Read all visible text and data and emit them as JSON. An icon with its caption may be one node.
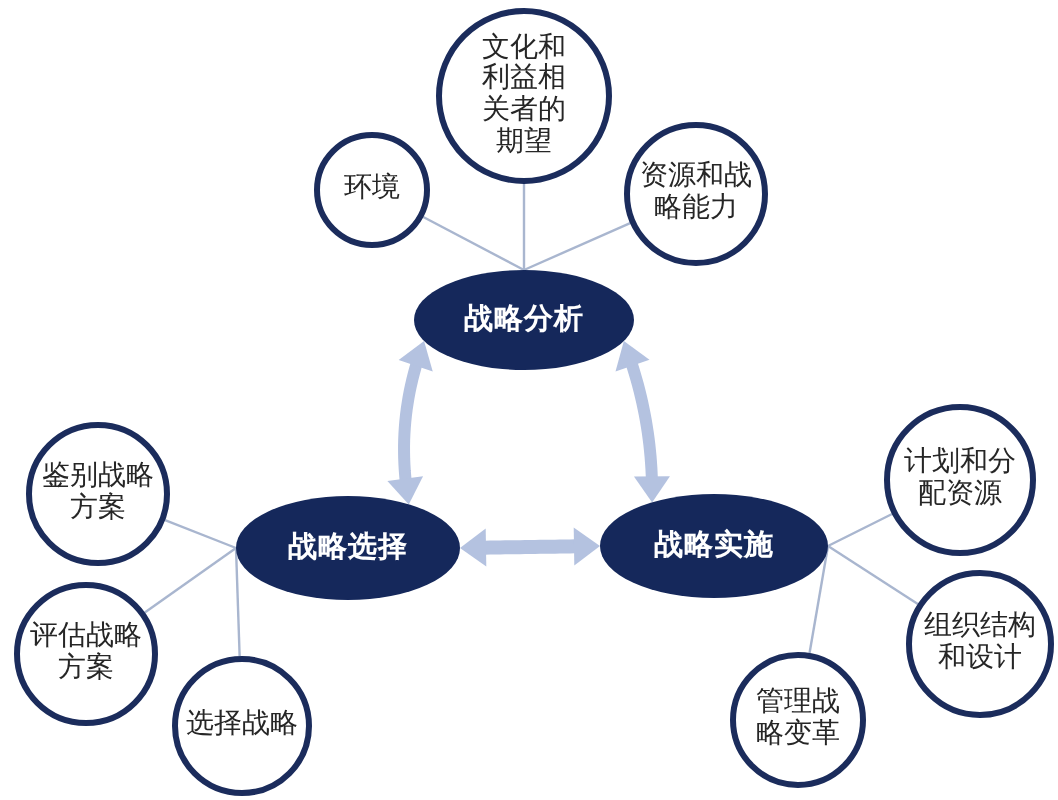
{
  "diagram": {
    "nodes": [
      {
        "text": [
          "文化和利益相关者的期望"
        ]
      },
      {
        "text": [
          "环境"
        ]
      },
      {
        "text": [
          "资源和战略能力"
        ]
      },
      {
        "text": [
          "战略分析"
        ]
      },
      {
        "text": [
          "鉴别战略方案"
        ]
      },
      {
        "text": [
          "战略选择"
        ]
      },
      {
        "text": [
          "战略实施"
        ]
      },
      {
        "text": [
          "计划和分配资源"
        ]
      },
      {
        "text": [
          "组织结构和设计"
        ]
      },
      {
        "text": [
          "评估战略方案"
        ]
      },
      {
        "text": [
          "选择战略"
        ]
      },
      {
        "text": [
          "管理战略变革"
        ]
      }
    ],
    "edges": [
      {
        "from": 3,
        "to": 0,
        "arrow": "none"
      },
      {
        "from": 3,
        "to": 1,
        "arrow": "none"
      },
      {
        "from": 3,
        "to": 2,
        "arrow": "none"
      },
      {
        "from": 3,
        "to": 5,
        "arrow": "both",
        "style": "thick",
        "color": "#b4c2e0"
      },
      {
        "from": 3,
        "to": 6,
        "arrow": "both",
        "style": "thick",
        "color": "#b4c2e0"
      },
      {
        "from": 5,
        "to": 6,
        "arrow": "both",
        "style": "thick",
        "color": "#b4c2e0"
      },
      {
        "from": 5,
        "to": 4,
        "arrow": "none"
      },
      {
        "from": 5,
        "to": 9,
        "arrow": "none"
      },
      {
        "from": 5,
        "to": 10,
        "arrow": "none"
      },
      {
        "from": 6,
        "to": 7,
        "arrow": "none"
      },
      {
        "from": 6,
        "to": 8,
        "arrow": "none"
      },
      {
        "from": 6,
        "to": 11,
        "arrow": "none"
      }
    ]
  }
}
